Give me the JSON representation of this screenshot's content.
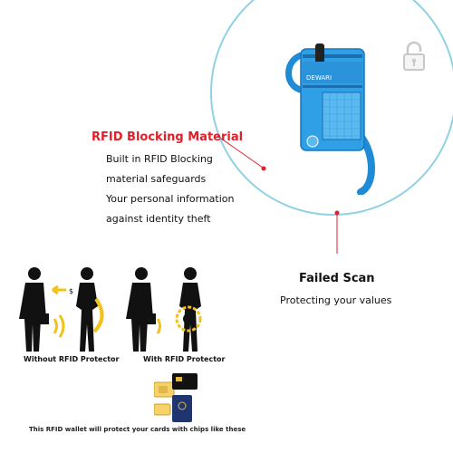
{
  "rfid": {
    "title": "RFID Blocking Material",
    "lines": [
      "Built in RFID Blocking",
      "material safeguards",
      "Your personal information",
      "against identity theft"
    ]
  },
  "failed": {
    "title": "Failed Scan",
    "subtitle": "Protecting your values"
  },
  "product": {
    "brand": "DEWARI"
  },
  "illustration": {
    "left_caption": "Without RFID Protector",
    "right_caption": "With RFID Protector",
    "bottom_caption": "This RFID wallet will protect your cards with chips like these",
    "money_symbol": "$"
  },
  "colors": {
    "accent_red": "#e0202a",
    "circle": "#8fd1e4",
    "product_blue": "#2f9fe6",
    "signal_yellow": "#f2c21a"
  },
  "icons": [
    "padlock-icon",
    "rfid-signal-icon"
  ]
}
